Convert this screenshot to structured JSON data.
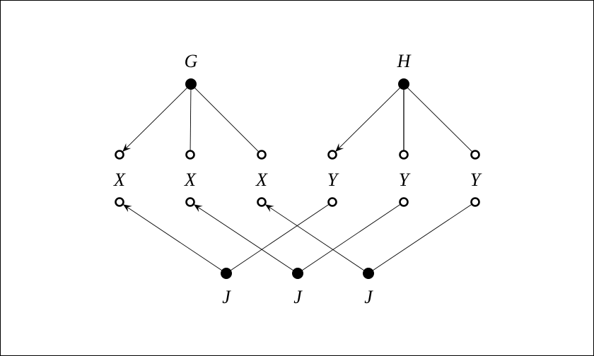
{
  "nodes": [
    {
      "id": "G",
      "label": "G",
      "kind": "filled"
    },
    {
      "id": "H",
      "label": "H",
      "kind": "filled"
    },
    {
      "id": "X1t",
      "label": "X",
      "kind": "open"
    },
    {
      "id": "X2t",
      "label": "X",
      "kind": "open"
    },
    {
      "id": "X3t",
      "label": "X",
      "kind": "open"
    },
    {
      "id": "Y1t",
      "label": "Y",
      "kind": "open"
    },
    {
      "id": "Y2t",
      "label": "Y",
      "kind": "open"
    },
    {
      "id": "Y3t",
      "label": "Y",
      "kind": "open"
    },
    {
      "id": "X1b",
      "kind": "open"
    },
    {
      "id": "X2b",
      "kind": "open"
    },
    {
      "id": "X3b",
      "kind": "open"
    },
    {
      "id": "Y1b",
      "kind": "open"
    },
    {
      "id": "Y2b",
      "kind": "open"
    },
    {
      "id": "Y3b",
      "kind": "open"
    },
    {
      "id": "J1",
      "label": "J",
      "kind": "filled"
    },
    {
      "id": "J2",
      "label": "J",
      "kind": "filled"
    },
    {
      "id": "J3",
      "label": "J",
      "kind": "filled"
    }
  ],
  "edges": [
    {
      "from": "G",
      "to": "X1t",
      "arrow": true
    },
    {
      "from": "G",
      "to": "X2t",
      "arrow": false
    },
    {
      "from": "G",
      "to": "X3t",
      "arrow": false
    },
    {
      "from": "H",
      "to": "Y1t",
      "arrow": true
    },
    {
      "from": "H",
      "to": "Y2t",
      "arrow": false
    },
    {
      "from": "H",
      "to": "Y3t",
      "arrow": false
    },
    {
      "from": "J1",
      "to": "X1b",
      "arrow": true
    },
    {
      "from": "J1",
      "to": "Y1b",
      "arrow": false
    },
    {
      "from": "J2",
      "to": "X2b",
      "arrow": true
    },
    {
      "from": "J2",
      "to": "Y2b",
      "arrow": false
    },
    {
      "from": "J3",
      "to": "X3b",
      "arrow": true
    },
    {
      "from": "J3",
      "to": "Y3b",
      "arrow": false
    }
  ]
}
